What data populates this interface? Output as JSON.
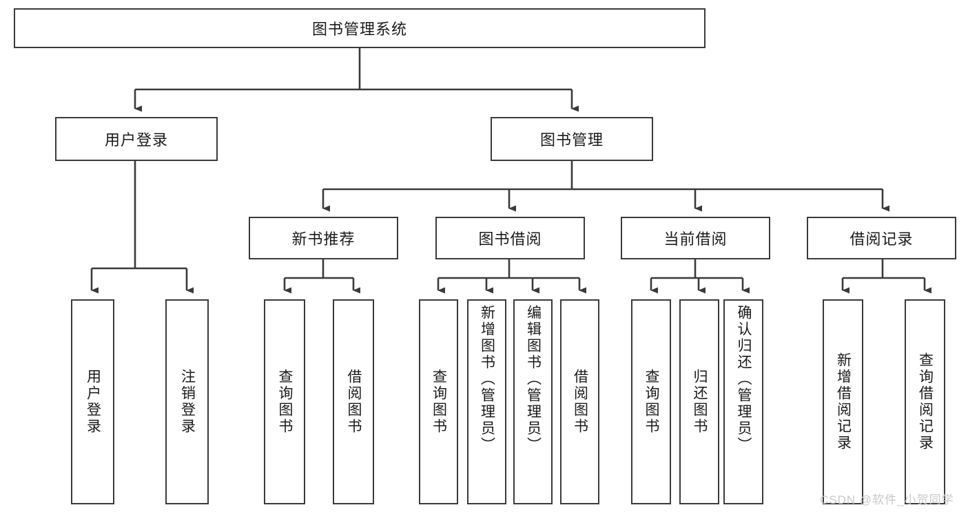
{
  "diagram": {
    "title_node": {
      "label": "图书管理系统"
    },
    "level2": [
      {
        "id": "user-login",
        "label": "用户登录"
      },
      {
        "id": "book-manage",
        "label": "图书管理"
      }
    ],
    "level3": [
      {
        "id": "new-book-recommend",
        "label": "新书推荐"
      },
      {
        "id": "book-borrow",
        "label": "图书借阅"
      },
      {
        "id": "current-borrow",
        "label": "当前借阅"
      },
      {
        "id": "borrow-record",
        "label": "借阅记录"
      }
    ],
    "leaves": {
      "user_login": [
        {
          "id": "leaf-user-login",
          "label": "用户登录"
        },
        {
          "id": "leaf-logout-login",
          "label": "注销登录"
        }
      ],
      "new_book_recommend": [
        {
          "id": "leaf-query-book-1",
          "label": "查询图书"
        },
        {
          "id": "leaf-borrow-book-1",
          "label": "借阅图书"
        }
      ],
      "book_borrow": [
        {
          "id": "leaf-query-book-2",
          "label": "查询图书"
        },
        {
          "id": "leaf-add-book-admin",
          "label": "新增图书（管理员）"
        },
        {
          "id": "leaf-edit-book-admin",
          "label": "编辑图书（管理员）"
        },
        {
          "id": "leaf-borrow-book-2",
          "label": "借阅图书"
        }
      ],
      "current_borrow": [
        {
          "id": "leaf-query-book-3",
          "label": "查询图书"
        },
        {
          "id": "leaf-return-book",
          "label": "归还图书"
        },
        {
          "id": "leaf-confirm-return-admin",
          "label": "确认归还（管理员）"
        }
      ],
      "borrow_record": [
        {
          "id": "leaf-add-borrow-record",
          "label": "新增借阅记录"
        },
        {
          "id": "leaf-query-borrow-record",
          "label": "查询借阅记录"
        }
      ]
    },
    "watermark": "CSDN @软件_小贺同学",
    "colors": {
      "border": "#3a3a3a",
      "text": "#1a1a1a",
      "background": "#ffffff",
      "watermark": "#c9c9c9"
    }
  }
}
